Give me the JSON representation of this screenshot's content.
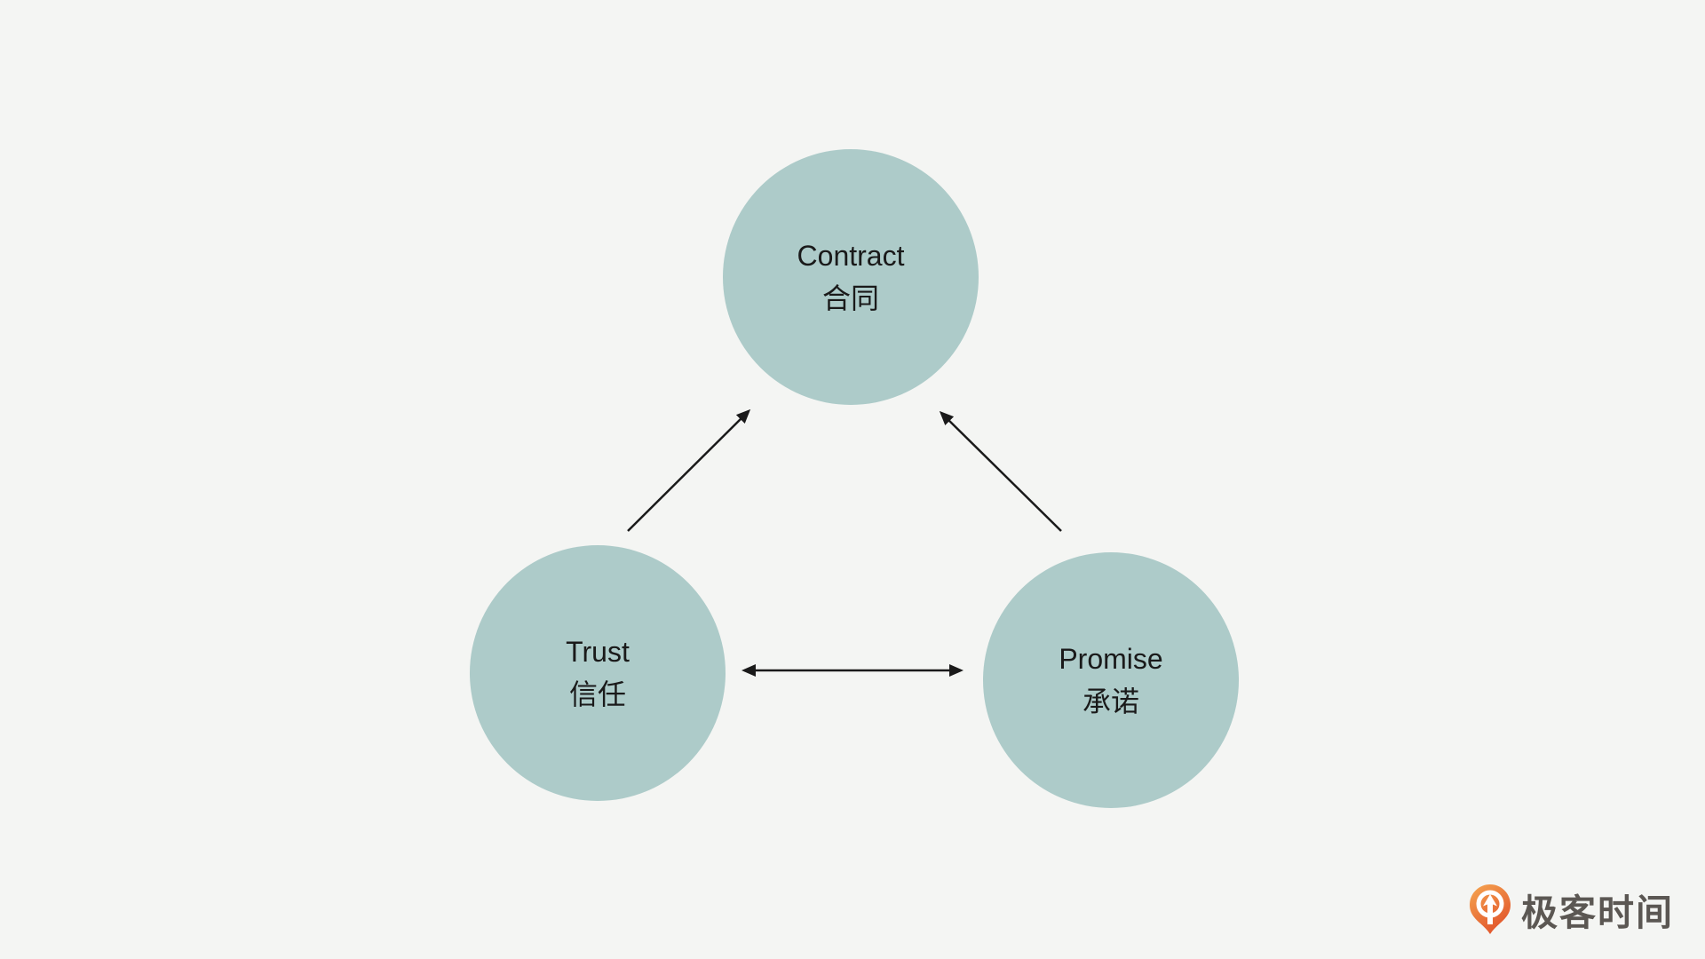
{
  "page": {
    "background_color": "#f4f5f3"
  },
  "diagram": {
    "node_fill_color": "#adcbc9",
    "node_text_color": "#1a1a1a",
    "arrow_color": "#1a1a1a",
    "nodes": [
      {
        "id": "contract",
        "label_en": "Contract",
        "label_zh": "合同"
      },
      {
        "id": "trust",
        "label_en": "Trust",
        "label_zh": "信任"
      },
      {
        "id": "promise",
        "label_en": "Promise",
        "label_zh": "承诺"
      }
    ],
    "edges": [
      {
        "from": "trust",
        "to": "contract",
        "arrows": "one-way"
      },
      {
        "from": "promise",
        "to": "contract",
        "arrows": "one-way"
      },
      {
        "from": "trust",
        "to": "promise",
        "arrows": "two-way"
      }
    ]
  },
  "branding": {
    "logo_text": "极客时间",
    "logo_text_color": "#5b5753",
    "logo_icon": "geektime-pin-icon",
    "logo_orange_top": "#f4a04e",
    "logo_orange_bottom": "#e04e28"
  }
}
